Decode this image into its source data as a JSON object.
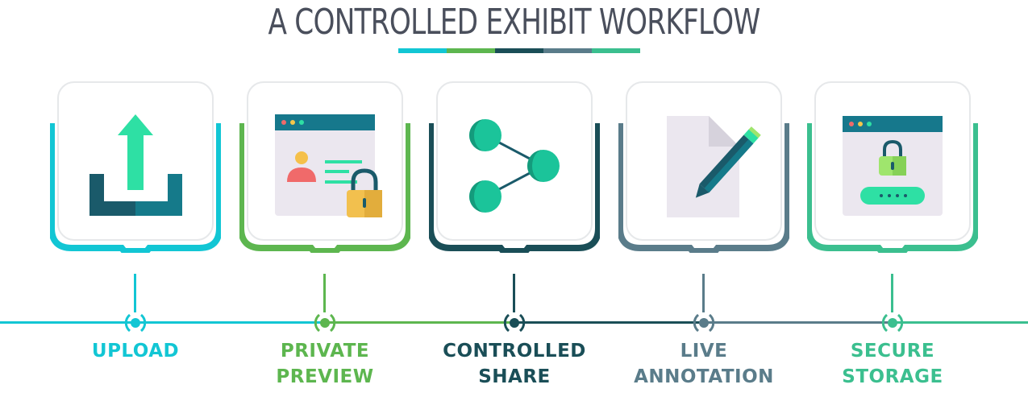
{
  "title": "A CONTROLLED EXHIBIT WORKFLOW",
  "colors": {
    "upload": "#12c6d4",
    "private_preview": "#5db64f",
    "controlled_share": "#1a4e57",
    "live_annotation": "#5a7c8a",
    "secure_storage": "#3bbf8f",
    "title_text": "#4a4f5c"
  },
  "steps": [
    {
      "id": "upload",
      "line1": "UPLOAD",
      "line2": "",
      "icon": "upload-icon"
    },
    {
      "id": "private-preview",
      "line1": "PRIVATE",
      "line2": "PREVIEW",
      "icon": "locked-browser-profile-icon"
    },
    {
      "id": "controlled-share",
      "line1": "CONTROLLED",
      "line2": "SHARE",
      "icon": "share-icon"
    },
    {
      "id": "live-annotation",
      "line1": "LIVE",
      "line2": "ANNOTATION",
      "icon": "document-pen-icon"
    },
    {
      "id": "secure-storage",
      "line1": "SECURE",
      "line2": "STORAGE",
      "icon": "secure-browser-password-icon"
    }
  ]
}
